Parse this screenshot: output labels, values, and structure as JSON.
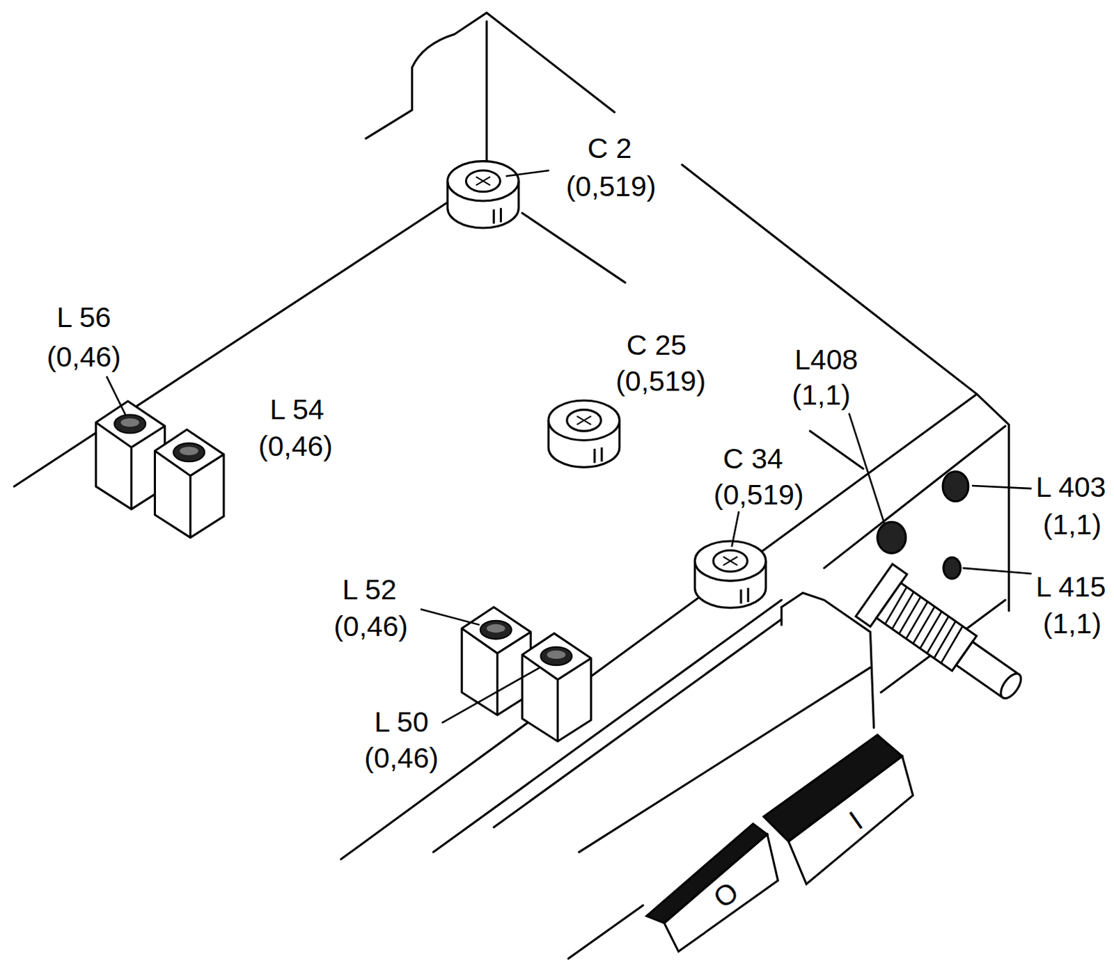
{
  "diagram": {
    "labels": [
      "C 2",
      "(0,519)",
      "L 56",
      "(0,46)",
      "C 25",
      "(0,519)",
      "L 54",
      "(0,46)",
      "L408",
      "(1,1)",
      "C 34",
      "(0,519)",
      "L 403",
      "(1,1)",
      "L 52",
      "(0,46)",
      "L 415",
      "(1,1)",
      "L 50",
      "(0,46)",
      "I",
      "O"
    ]
  }
}
